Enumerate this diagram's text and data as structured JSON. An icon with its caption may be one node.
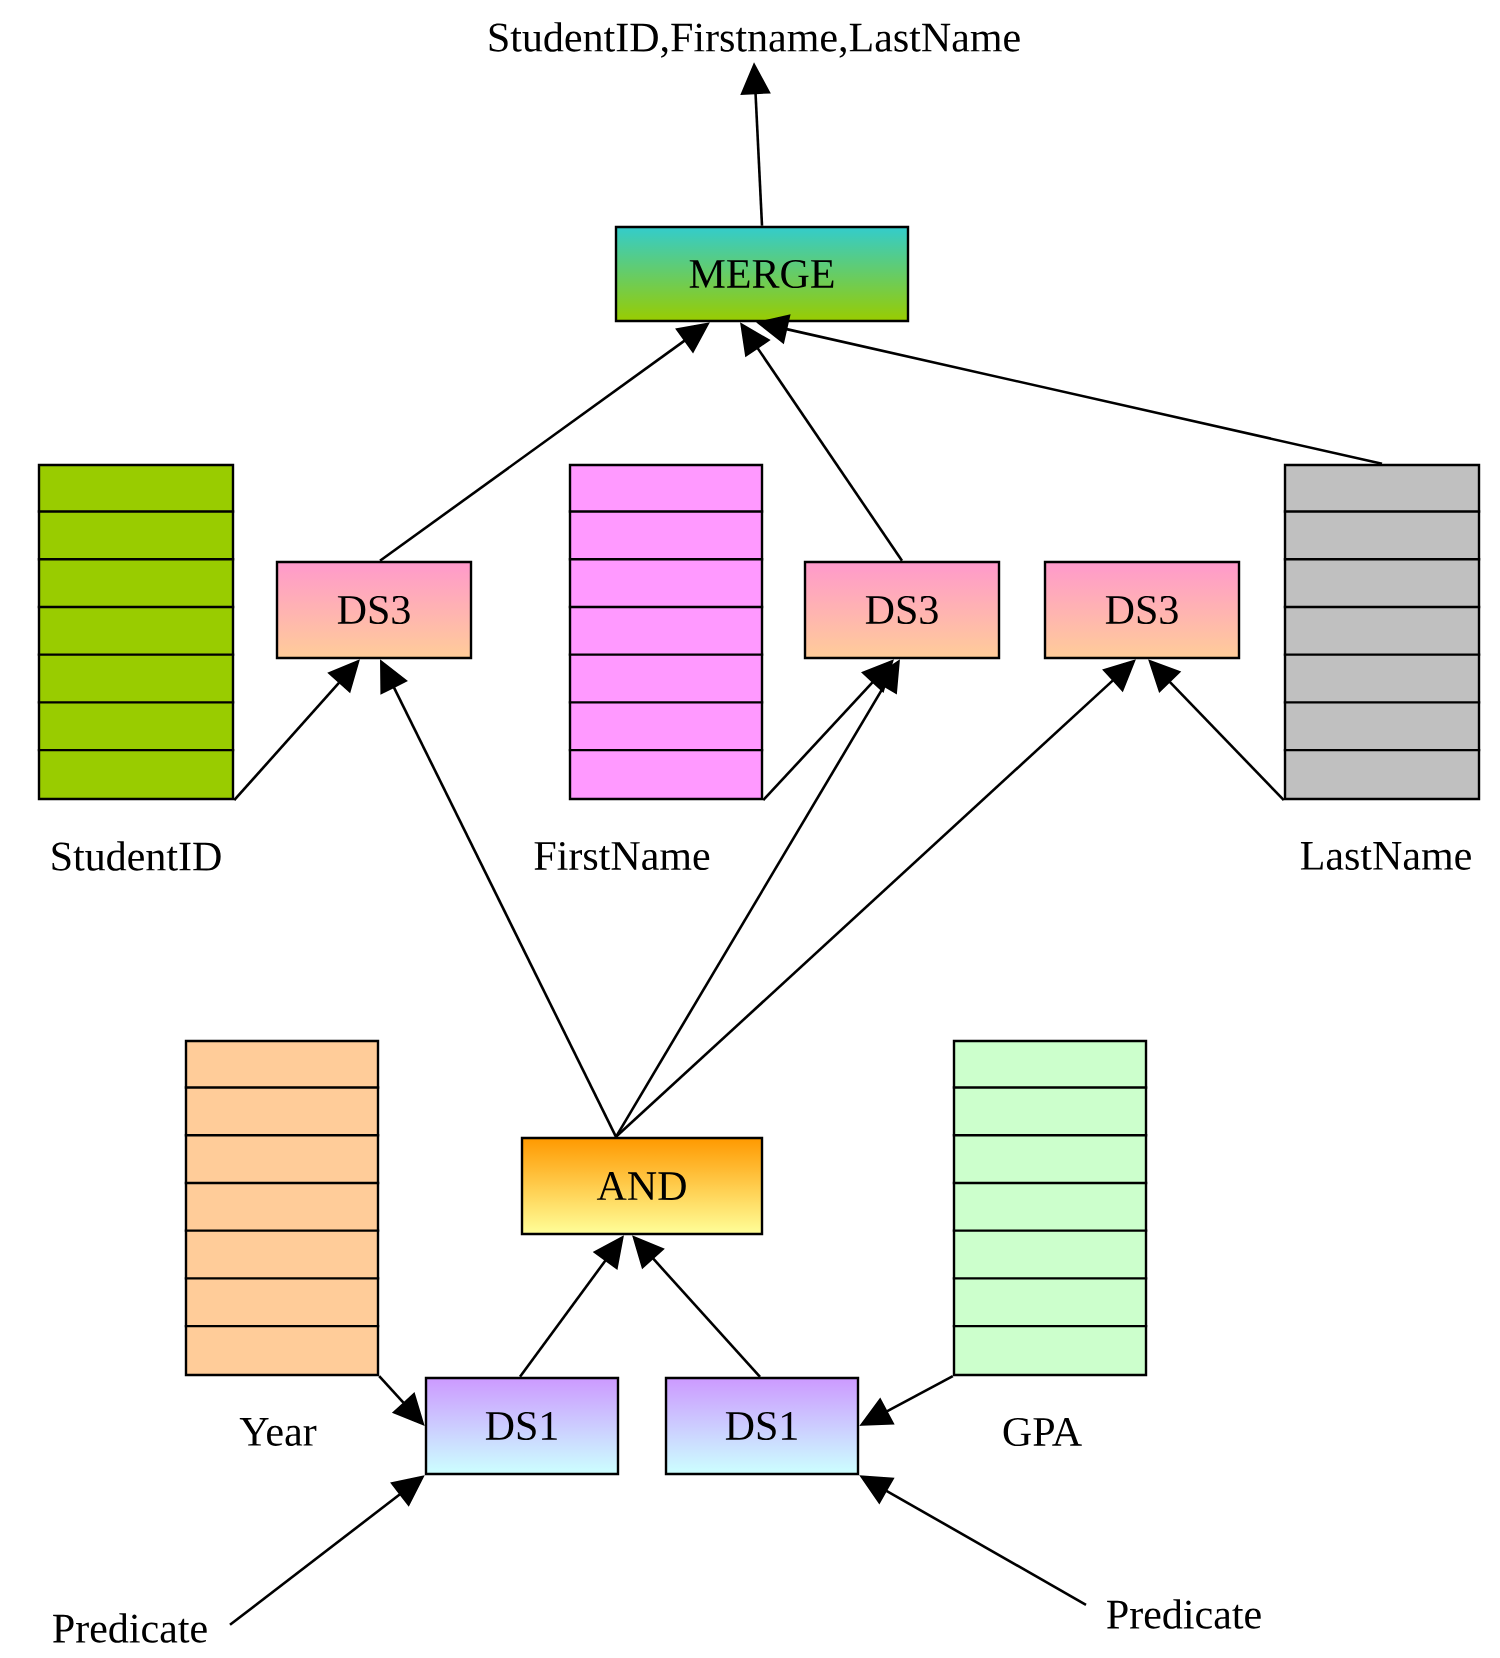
{
  "diagram": {
    "nodes": [
      {
        "text": [
          "StudentID,Firstname,LastName"
        ]
      },
      {
        "text": [
          "MERGE"
        ]
      },
      {
        "text": [
          "StudentID"
        ]
      },
      {
        "text": [
          "DS3"
        ]
      },
      {
        "text": [
          "FirstName"
        ]
      },
      {
        "text": [
          "DS3"
        ]
      },
      {
        "text": [
          "DS3"
        ]
      },
      {
        "text": [
          "LastName"
        ]
      },
      {
        "text": [
          "Year"
        ]
      },
      {
        "text": [
          "AND"
        ]
      },
      {
        "text": [
          "GPA"
        ]
      },
      {
        "text": [
          "DS1"
        ]
      },
      {
        "text": [
          "DS1"
        ]
      },
      {
        "text": [
          "Predicate"
        ]
      },
      {
        "text": [
          "Predicate"
        ]
      }
    ],
    "edges": [
      {
        "from": 1,
        "to": 0,
        "arrow": "to"
      },
      {
        "from": 3,
        "to": 1,
        "arrow": "to"
      },
      {
        "from": 5,
        "to": 1,
        "arrow": "to"
      },
      {
        "from": 7,
        "to": 1,
        "arrow": "to"
      },
      {
        "from": 2,
        "to": 3,
        "arrow": "to"
      },
      {
        "from": 9,
        "to": 3,
        "arrow": "to"
      },
      {
        "from": 4,
        "to": 5,
        "arrow": "to"
      },
      {
        "from": 9,
        "to": 5,
        "arrow": "to"
      },
      {
        "from": 9,
        "to": 6,
        "arrow": "to"
      },
      {
        "from": 7,
        "to": 6,
        "arrow": "to"
      },
      {
        "from": 8,
        "to": 11,
        "arrow": "to"
      },
      {
        "from": 10,
        "to": 12,
        "arrow": "to"
      },
      {
        "from": 11,
        "to": 9,
        "arrow": "to"
      },
      {
        "from": 12,
        "to": 9,
        "arrow": "to"
      },
      {
        "from": 13,
        "to": 11,
        "arrow": "to"
      },
      {
        "from": 14,
        "to": 12,
        "arrow": "to"
      }
    ]
  }
}
